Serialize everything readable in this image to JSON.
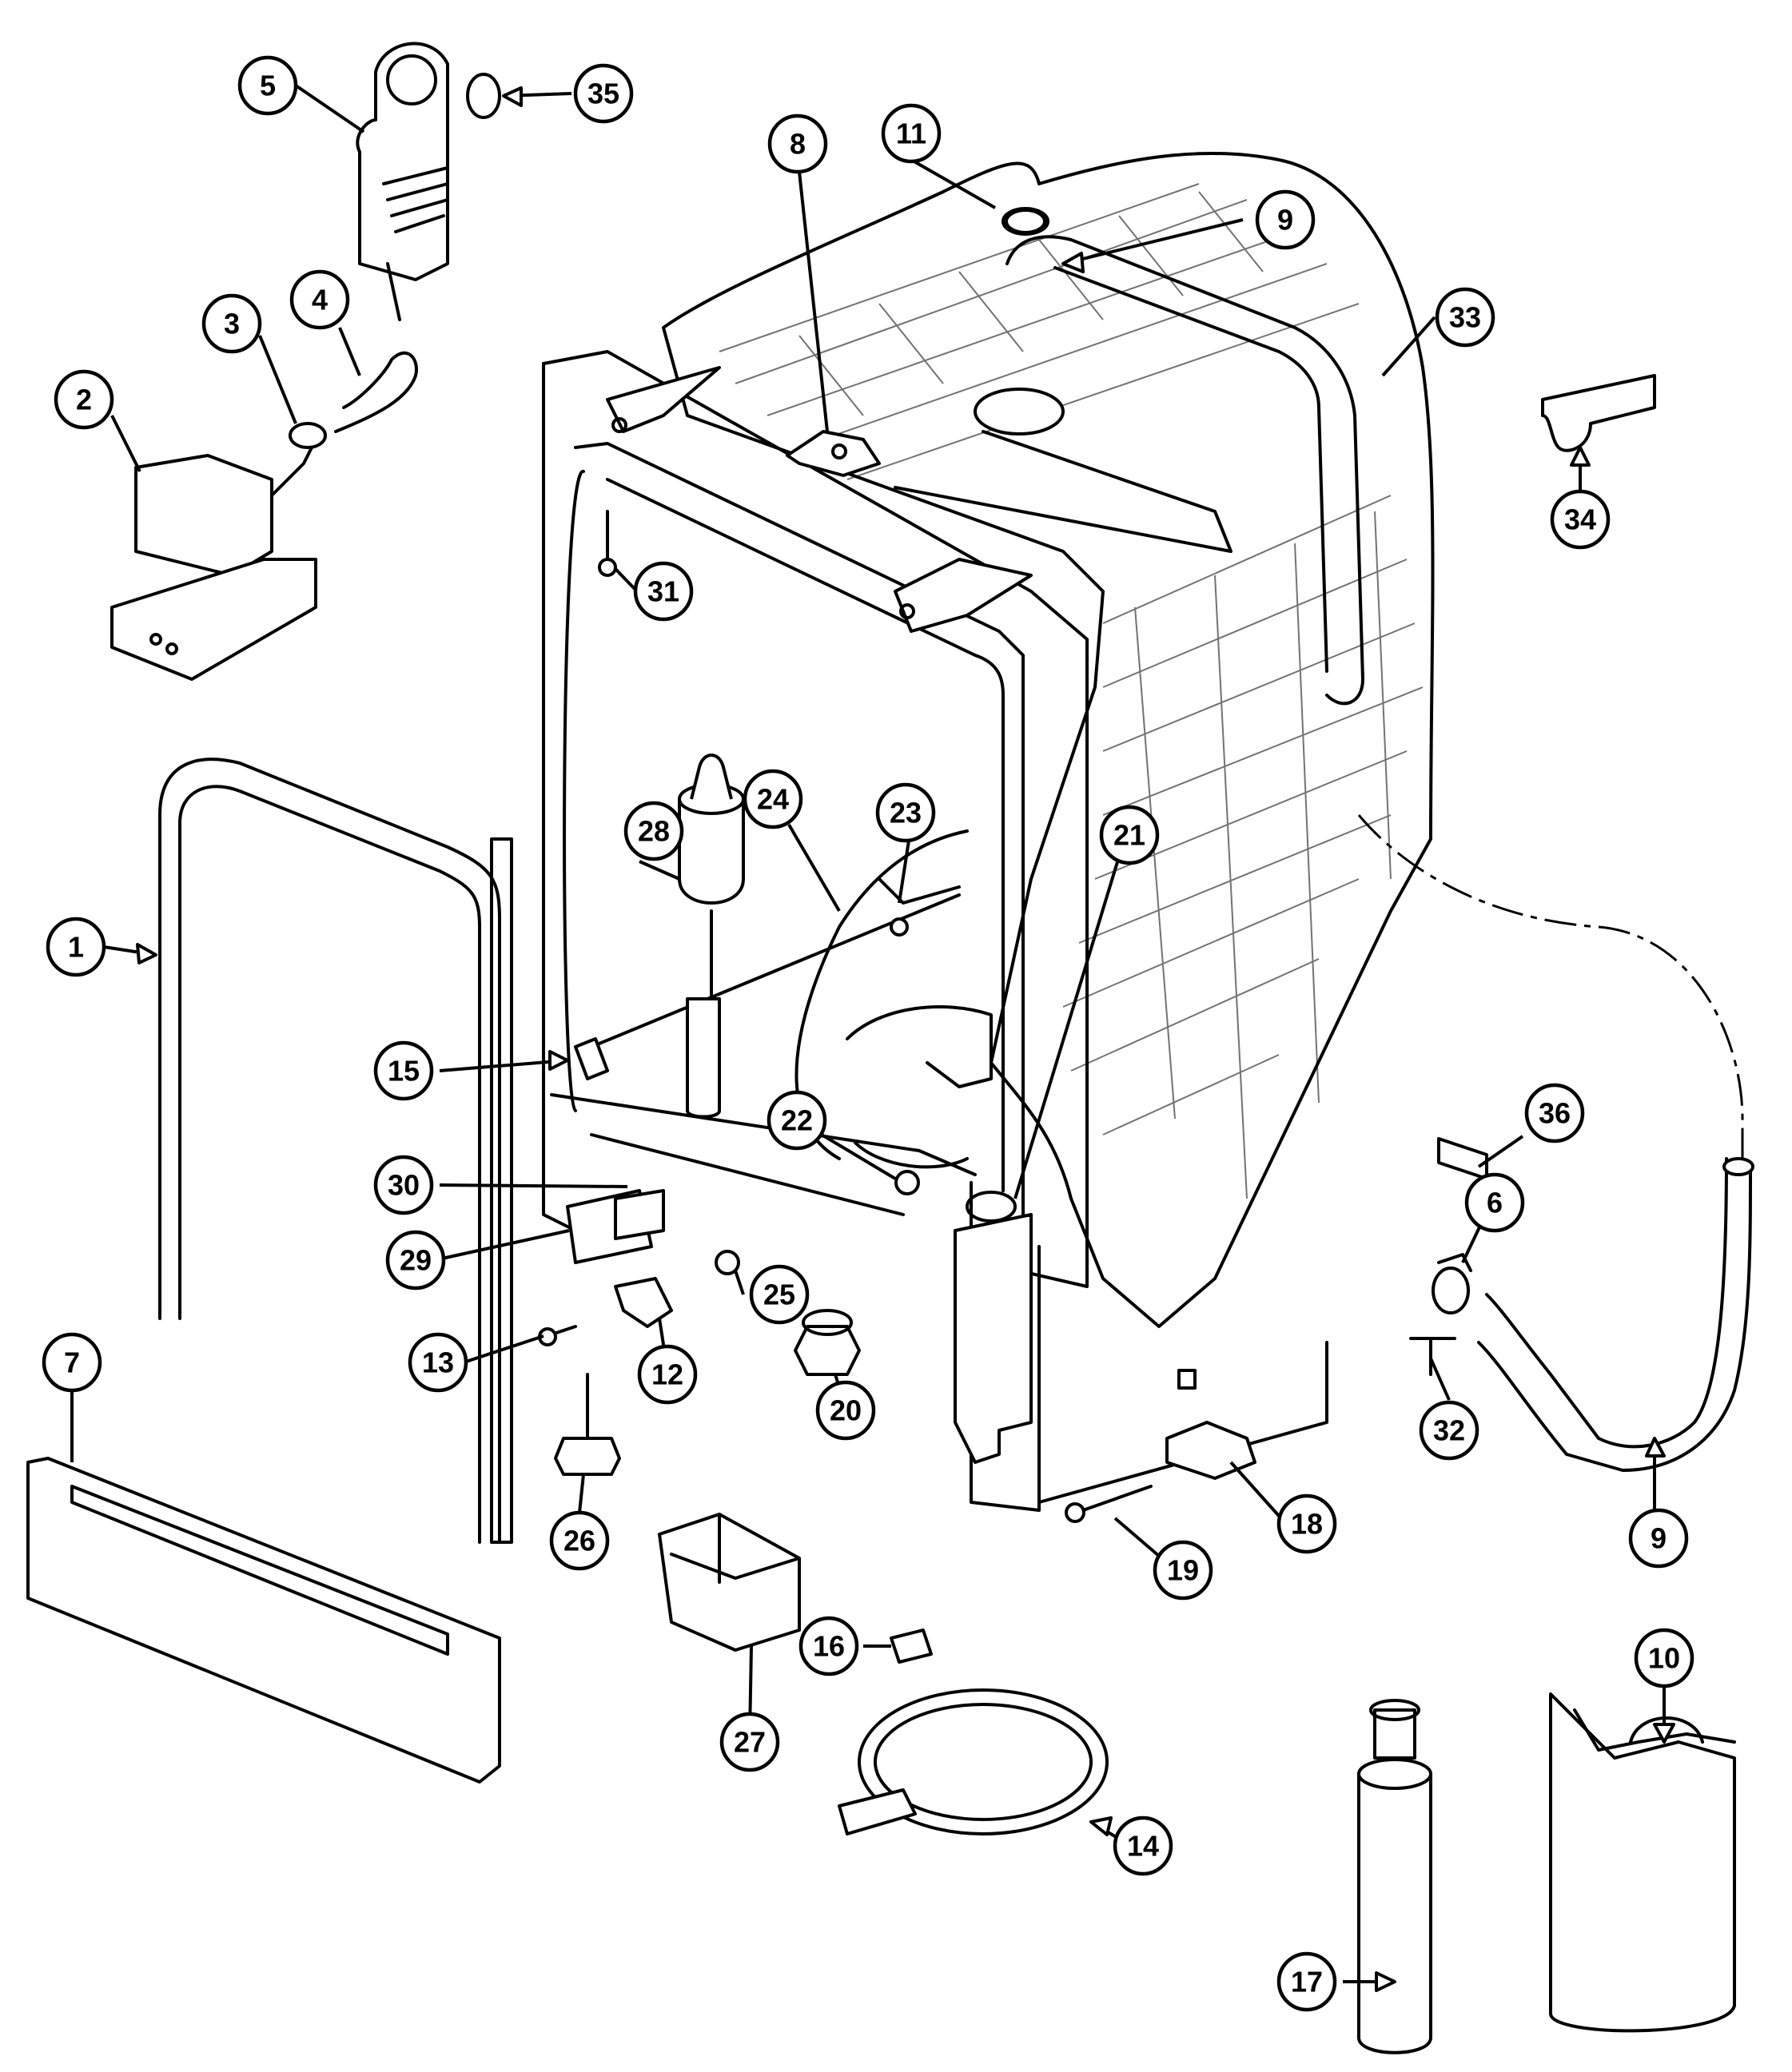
{
  "diagram": {
    "callouts": [
      {
        "id": "c1",
        "label": "1"
      },
      {
        "id": "c2",
        "label": "2"
      },
      {
        "id": "c3",
        "label": "3"
      },
      {
        "id": "c4",
        "label": "4"
      },
      {
        "id": "c5",
        "label": "5"
      },
      {
        "id": "c6",
        "label": "6"
      },
      {
        "id": "c7",
        "label": "7"
      },
      {
        "id": "c8",
        "label": "8"
      },
      {
        "id": "c9a",
        "label": "9"
      },
      {
        "id": "c9b",
        "label": "9"
      },
      {
        "id": "c10",
        "label": "10"
      },
      {
        "id": "c11",
        "label": "11"
      },
      {
        "id": "c12",
        "label": "12"
      },
      {
        "id": "c13",
        "label": "13"
      },
      {
        "id": "c14",
        "label": "14"
      },
      {
        "id": "c15",
        "label": "15"
      },
      {
        "id": "c16",
        "label": "16"
      },
      {
        "id": "c17",
        "label": "17"
      },
      {
        "id": "c18",
        "label": "18"
      },
      {
        "id": "c19",
        "label": "19"
      },
      {
        "id": "c20",
        "label": "20"
      },
      {
        "id": "c21",
        "label": "21"
      },
      {
        "id": "c22",
        "label": "22"
      },
      {
        "id": "c23",
        "label": "23"
      },
      {
        "id": "c24",
        "label": "24"
      },
      {
        "id": "c25",
        "label": "25"
      },
      {
        "id": "c26",
        "label": "26"
      },
      {
        "id": "c27",
        "label": "27"
      },
      {
        "id": "c28",
        "label": "28"
      },
      {
        "id": "c29",
        "label": "29"
      },
      {
        "id": "c30",
        "label": "30"
      },
      {
        "id": "c31",
        "label": "31"
      },
      {
        "id": "c32",
        "label": "32"
      },
      {
        "id": "c33",
        "label": "33"
      },
      {
        "id": "c34",
        "label": "34"
      },
      {
        "id": "c35",
        "label": "35"
      },
      {
        "id": "c36",
        "label": "36"
      }
    ]
  }
}
